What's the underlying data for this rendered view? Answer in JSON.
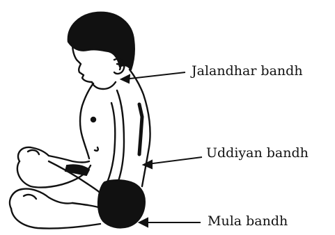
{
  "labels": {
    "jalandhar": "Jalandhar  bandh",
    "uddiyan": "Uddiyan  bandh",
    "mula": "Mula  bandh"
  },
  "colors": {
    "ink": "#111111",
    "background": "#ffffff",
    "shorts": "#111111"
  }
}
